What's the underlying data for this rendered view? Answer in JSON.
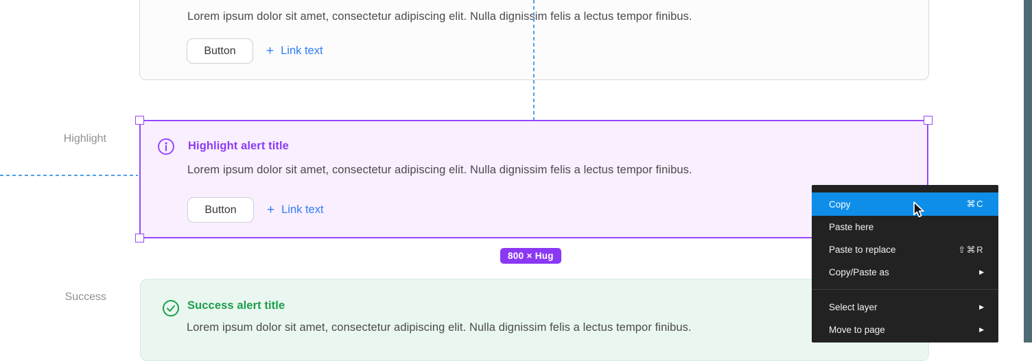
{
  "alerts": {
    "default": {
      "body": "Lorem ipsum dolor sit amet, consectetur adipiscing elit. Nulla dignissim felis a lectus tempor finibus.",
      "button": "Button",
      "plus": "+",
      "link": "Link text"
    },
    "highlight": {
      "label": "Highlight",
      "title": "Highlight alert title",
      "body": "Lorem ipsum dolor sit amet, consectetur adipiscing elit. Nulla dignissim felis a lectus tempor finibus.",
      "button": "Button",
      "plus": "+",
      "link": "Link text"
    },
    "success": {
      "label": "Success",
      "title": "Success alert title",
      "body": "Lorem ipsum dolor sit amet, consectetur adipiscing elit. Nulla dignissim felis a lectus tempor finibus."
    }
  },
  "selection": {
    "size_badge": "800 × Hug"
  },
  "context_menu": {
    "submenu_arrow": "▶",
    "items": [
      {
        "label": "Copy",
        "shortcut": "⌘C",
        "highlighted": true
      },
      {
        "label": "Paste here",
        "shortcut": ""
      },
      {
        "label": "Paste to replace",
        "shortcut": "⇧⌘R"
      },
      {
        "label": "Copy/Paste as",
        "shortcut": ""
      },
      {
        "label": "Select layer",
        "shortcut": ""
      },
      {
        "label": "Move to page",
        "shortcut": ""
      }
    ]
  },
  "colors": {
    "selection_purple": "#9747ff",
    "highlight_title": "#8c3bf5",
    "badge_purple": "#8a38f4",
    "success_green": "#1b9e4b",
    "link_blue": "#2f7cf6",
    "menu_highlight_blue": "#0f8ee9",
    "guide_blue": "#4f9fe8",
    "right_strip": "#4f6b75"
  }
}
